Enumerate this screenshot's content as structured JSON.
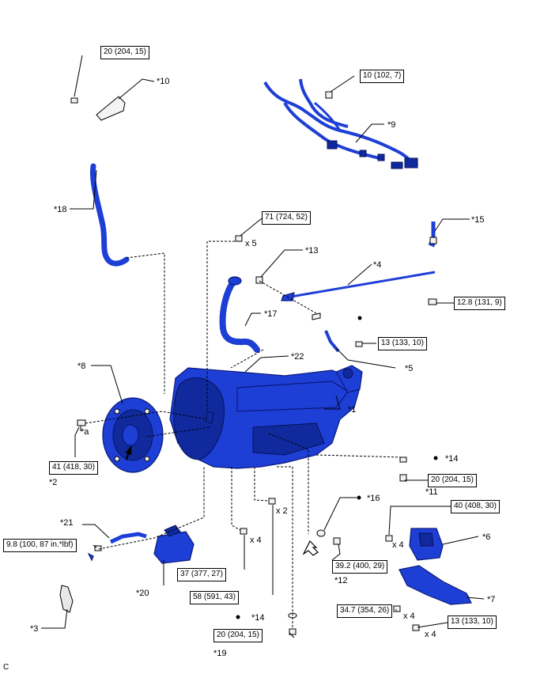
{
  "callouts": {
    "c1": "*1",
    "c2": "*2",
    "c3": "*3",
    "c4": "*4",
    "c5": "*5",
    "c6": "*6",
    "c7": "*7",
    "c8": "*8",
    "c9": "*9",
    "c10": "*10",
    "c11": "*11",
    "c12": "*12",
    "c13": "*13",
    "c14a": "*14",
    "c14b": "*14",
    "c15": "*15",
    "c16": "*16",
    "c17": "*17",
    "c18": "*18",
    "c19": "*19",
    "c20": "*20",
    "c21": "*21",
    "c22": "*22",
    "ca": "*a"
  },
  "torques": {
    "t1": "20 (204, 15)",
    "t2": "10 (102, 7)",
    "t3": "71 (724, 52)",
    "t4": "12.8 (131, 9)",
    "t5": "13 (133, 10)",
    "t6": "41 (418, 30)",
    "t7": "20 (204, 15)",
    "t8": "40 (408, 30)",
    "t9": "9.8 (100, 87 in.*lbf)",
    "t10": "39.2 (400, 29)",
    "t11": "37 (377, 27)",
    "t12": "58 (591, 43)",
    "t13": "34.7 (354, 26)",
    "t14": "13 (133, 10)",
    "t15": "20 (204, 15)"
  },
  "multipliers": {
    "m1": "x 5",
    "m2": "x 2",
    "m3": "x 4",
    "m4": "x 4",
    "m5": "x 4",
    "m6": "x 4"
  },
  "corner_mark": "C",
  "colors": {
    "part": "#1e3fd6",
    "line": "#000000"
  }
}
